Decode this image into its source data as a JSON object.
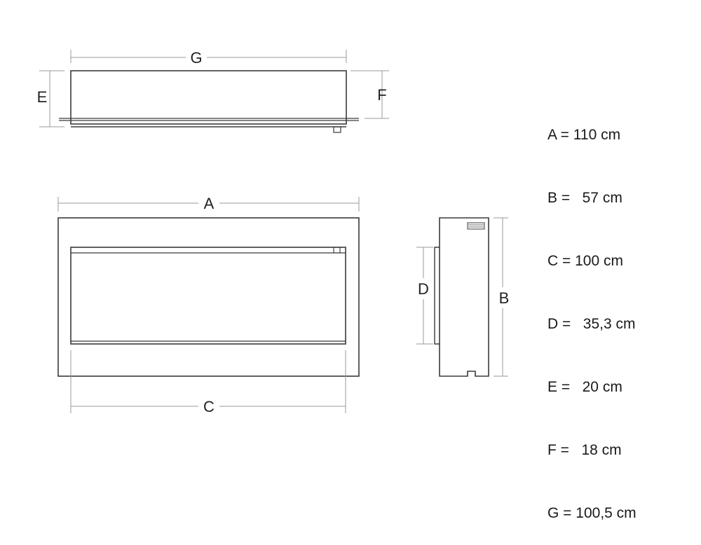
{
  "labels": {
    "A": "A",
    "B": "B",
    "C": "C",
    "D": "D",
    "E": "E",
    "F": "F",
    "G": "G"
  },
  "specs": [
    {
      "key": "A =",
      "value": "110 cm"
    },
    {
      "key": "B =",
      "value": "57 cm"
    },
    {
      "key": "C =",
      "value": "100 cm"
    },
    {
      "key": "D =",
      "value": "35,3 cm"
    },
    {
      "key": "E =",
      "value": "20 cm"
    },
    {
      "key": "F =",
      "value": "18 cm"
    },
    {
      "key": "G =",
      "value": "100,5 cm"
    }
  ],
  "colors": {
    "outline": "#3a3a3a",
    "dimension": "#9a9a9a",
    "text": "#222222"
  }
}
